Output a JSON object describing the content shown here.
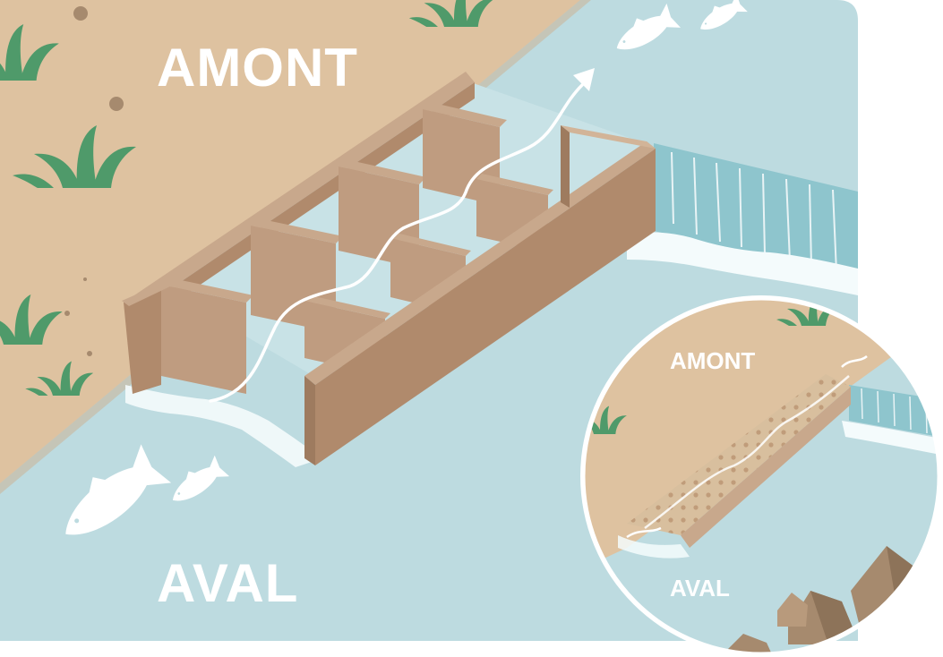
{
  "labels": {
    "main_upstream": "AMONT",
    "main_downstream": "AVAL",
    "inset_upstream": "AMONT",
    "inset_downstream": "AVAL"
  },
  "icons": [
    "fish-icon",
    "arrow-up-icon",
    "grass-tuft-icon",
    "rock-icon"
  ],
  "colors": {
    "bank": "#dec2a0",
    "water": "#bddbe0",
    "foam": "#f4fbfc",
    "weir_face": "#8ec5cd",
    "structure_top": "#c8a88c",
    "structure_side": "#b08a6c",
    "structure_inner": "#bf9c80",
    "grass": "#4f9a6a",
    "rock": "#a68a6e",
    "ramp": "#ead7bd",
    "ramp_dots": "#c09c7a"
  }
}
